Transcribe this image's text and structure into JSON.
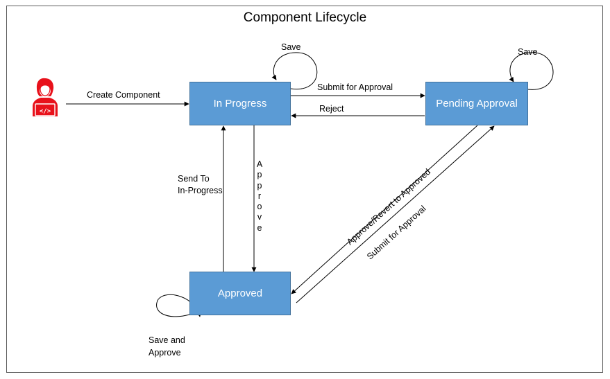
{
  "title": "Component Lifecycle",
  "actor": {
    "icon": "developer-icon",
    "color": "#e8111b"
  },
  "states": {
    "in_progress": "In Progress",
    "pending_approval": "Pending Approval",
    "approved": "Approved"
  },
  "state_fill": "#5b9bd5",
  "transitions": {
    "create_component": "Create Component",
    "save_in_progress": "Save",
    "submit_for_approval_top": "Submit for Approval",
    "reject": "Reject",
    "save_pending": "Save",
    "approve": "Approve",
    "approve_letters": [
      "A",
      "p",
      "p",
      "r",
      "o",
      "v",
      "e"
    ],
    "send_to_in_progress_line1": "Send To",
    "send_to_in_progress_line2": "In-Progress",
    "approve_revert": "Approve/Revert to Approved",
    "submit_for_approval_diag": "Submit for Approval",
    "save_and_approve_line1": "Save and",
    "save_and_approve_line2": "Approve"
  }
}
